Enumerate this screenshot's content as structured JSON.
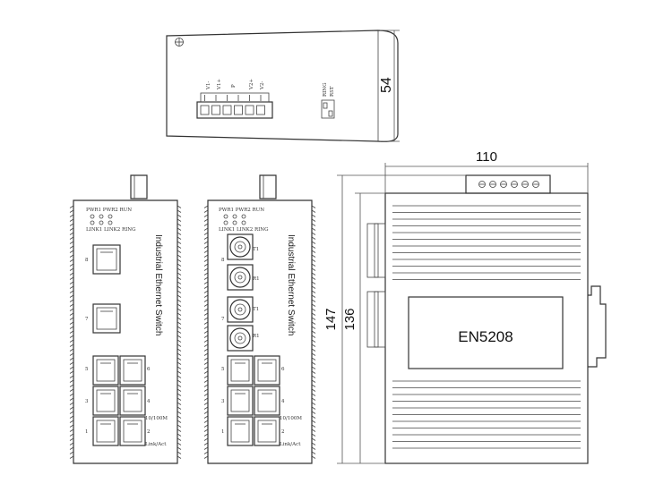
{
  "model": "EN5208",
  "dimensions": {
    "top_view_height": "54",
    "width": "110",
    "height_overall": "147",
    "height_body": "136"
  },
  "top_view": {
    "terminal_labels": [
      "V1-",
      "V1+",
      "P",
      "V2+",
      "V2-"
    ],
    "dip_labels": [
      "RING",
      "RST"
    ]
  },
  "front_panel_copper": {
    "side_text": "Industrial Ethernet Switch",
    "led_row1": "PWR1 PWR2 RUN",
    "led_row2": "LINK1 LINK2 RING",
    "port_labels": [
      "8",
      "7",
      "5",
      "6",
      "3",
      "4",
      "1",
      "2"
    ],
    "speed_label": "10/100M",
    "status_label": "Link/Act"
  },
  "front_panel_fiber": {
    "side_text": "Industrial Ethernet Switch",
    "led_row1": "PWR1 PWR2 RUN",
    "led_row2": "LINK1 LINK2 RING",
    "fiber_labels": [
      "8",
      "T1",
      "R1",
      "7",
      "T1",
      "R1"
    ],
    "port_labels": [
      "5",
      "6",
      "3",
      "4",
      "1",
      "2"
    ],
    "speed_label": "10/100M",
    "status_label": "Link/Act"
  }
}
